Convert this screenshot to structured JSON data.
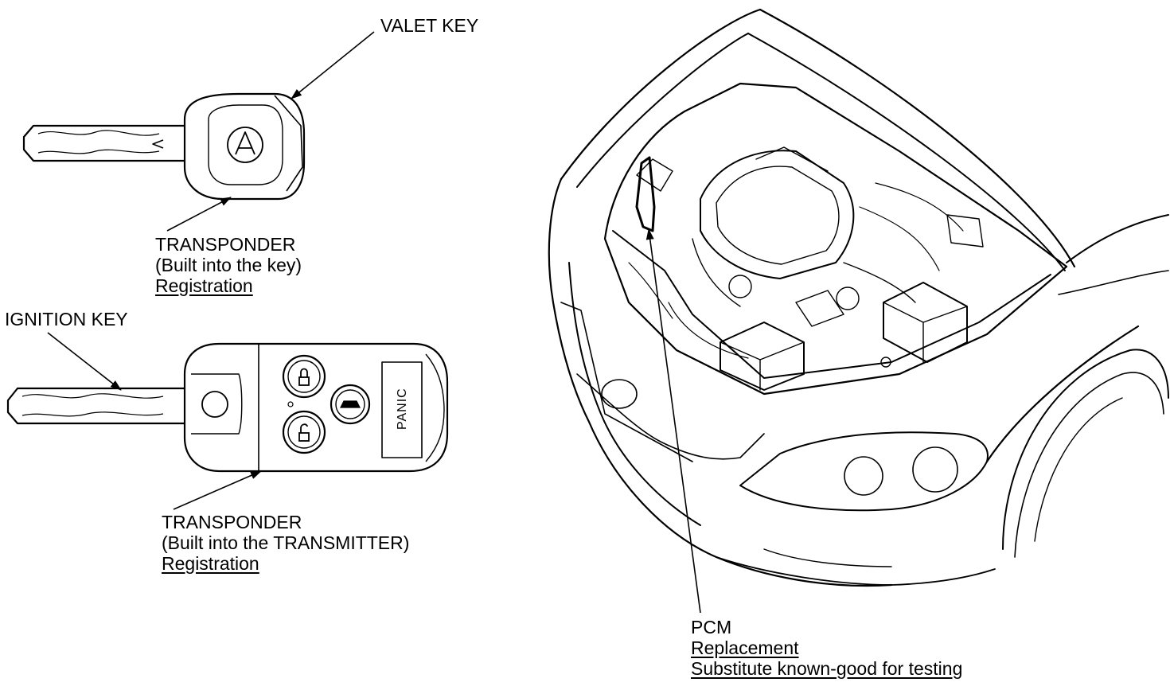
{
  "valet_key": {
    "label": "VALET KEY"
  },
  "valet_transponder": {
    "title": "TRANSPONDER",
    "note": "(Built into the key)",
    "action": "Registration"
  },
  "ignition_key": {
    "label": "IGNITION KEY",
    "panic_label": "PANIC"
  },
  "transmitter_transponder": {
    "title": "TRANSPONDER",
    "note": "(Built into the TRANSMITTER)",
    "action": "Registration"
  },
  "pcm": {
    "title": "PCM",
    "action_1": "Replacement",
    "action_2": "Substitute known-good for testing"
  },
  "colors": {
    "line": "#000000",
    "background": "#ffffff"
  },
  "icons": [
    "valet-key-icon",
    "ignition-key-transmitter-icon",
    "lock-icon",
    "unlock-icon",
    "trunk-icon",
    "car-engine-bay-icon"
  ]
}
